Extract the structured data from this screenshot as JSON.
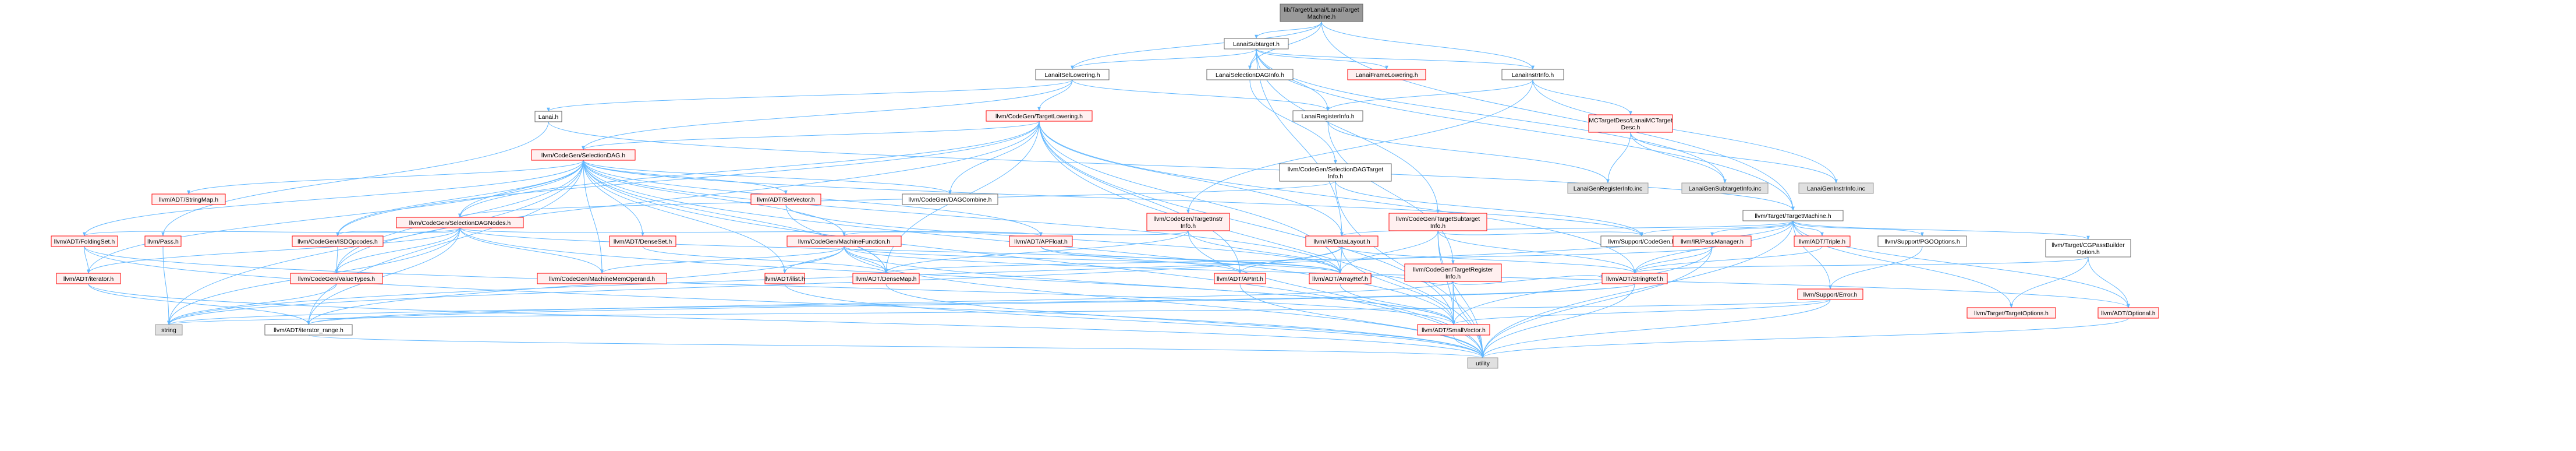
{
  "colors": {
    "edge": "#63b8ff",
    "root_fill": "#999999",
    "root_stroke": "#666666",
    "plain_fill": "#ffffff",
    "plain_stroke": "#666666",
    "red_fill": "#fff0f0",
    "red_stroke": "#ff0000",
    "gray_fill": "#e0e0e0",
    "gray_stroke": "#999999"
  },
  "nodes": [
    {
      "id": "root",
      "style": "root",
      "lines": [
        "lib/Target/Lanai/LanaiTarget",
        "Machine.h"
      ]
    },
    {
      "id": "subtarget",
      "style": "plain",
      "lines": [
        "LanaiSubtarget.h"
      ]
    },
    {
      "id": "isellowering",
      "style": "plain",
      "lines": [
        "LanaiISelLowering.h"
      ]
    },
    {
      "id": "seldaginfo",
      "style": "plain",
      "lines": [
        "LanaiSelectionDAGInfo.h"
      ]
    },
    {
      "id": "framelowering",
      "style": "red",
      "lines": [
        "LanaiFrameLowering.h"
      ]
    },
    {
      "id": "instrinfo",
      "style": "plain",
      "lines": [
        "LanaiInstrInfo.h"
      ]
    },
    {
      "id": "lanai",
      "style": "plain",
      "lines": [
        "Lanai.h"
      ]
    },
    {
      "id": "targetlowering",
      "style": "red",
      "lines": [
        "llvm/CodeGen/TargetLowering.h"
      ]
    },
    {
      "id": "registerinfo",
      "style": "plain",
      "lines": [
        "LanaiRegisterInfo.h"
      ]
    },
    {
      "id": "mctargetdesc",
      "style": "red",
      "lines": [
        "MCTargetDesc/LanaiMCTarget",
        "Desc.h"
      ]
    },
    {
      "id": "selectiondag",
      "style": "red",
      "lines": [
        "llvm/CodeGen/SelectionDAG.h"
      ]
    },
    {
      "id": "seldagtargetinfo",
      "style": "plain",
      "lines": [
        "llvm/CodeGen/SelectionDAGTarget",
        "Info.h"
      ]
    },
    {
      "id": "genreginfo",
      "style": "gray",
      "lines": [
        "LanaiGenRegisterInfo.inc"
      ]
    },
    {
      "id": "gensubtargetinfo",
      "style": "gray",
      "lines": [
        "LanaiGenSubtargetInfo.inc"
      ]
    },
    {
      "id": "geninstrinfo",
      "style": "gray",
      "lines": [
        "LanaiGenInstrInfo.inc"
      ]
    },
    {
      "id": "stringmap",
      "style": "red",
      "lines": [
        "llvm/ADT/StringMap.h"
      ]
    },
    {
      "id": "setvector",
      "style": "red",
      "lines": [
        "llvm/ADT/SetVector.h"
      ]
    },
    {
      "id": "dagcombine",
      "style": "plain",
      "lines": [
        "llvm/CodeGen/DAGCombine.h"
      ]
    },
    {
      "id": "targetinstrinfo",
      "style": "red",
      "lines": [
        "llvm/CodeGen/TargetInstr",
        "Info.h"
      ]
    },
    {
      "id": "targetsubtargetinfo",
      "style": "red",
      "lines": [
        "llvm/CodeGen/TargetSubtarget",
        "Info.h"
      ]
    },
    {
      "id": "targetmachine",
      "style": "plain",
      "lines": [
        "llvm/Target/TargetMachine.h"
      ]
    },
    {
      "id": "seldagnodes",
      "style": "red",
      "lines": [
        "llvm/CodeGen/SelectionDAGNodes.h"
      ]
    },
    {
      "id": "foldingset",
      "style": "red",
      "lines": [
        "llvm/ADT/FoldingSet.h"
      ]
    },
    {
      "id": "pass",
      "style": "red",
      "lines": [
        "llvm/Pass.h"
      ]
    },
    {
      "id": "isdopcodes",
      "style": "red",
      "lines": [
        "llvm/CodeGen/ISDOpcodes.h"
      ]
    },
    {
      "id": "denseset",
      "style": "red",
      "lines": [
        "llvm/ADT/DenseSet.h"
      ]
    },
    {
      "id": "machinefunction",
      "style": "red",
      "lines": [
        "llvm/CodeGen/MachineFunction.h"
      ]
    },
    {
      "id": "apfloat",
      "style": "red",
      "lines": [
        "llvm/ADT/APFloat.h"
      ]
    },
    {
      "id": "datalayout",
      "style": "red",
      "lines": [
        "llvm/IR/DataLayout.h"
      ]
    },
    {
      "id": "targetregisterinfo",
      "style": "red",
      "lines": [
        "llvm/CodeGen/TargetRegister",
        "Info.h"
      ]
    },
    {
      "id": "supportcodegen",
      "style": "plain",
      "lines": [
        "llvm/Support/CodeGen.h"
      ]
    },
    {
      "id": "passmanager",
      "style": "red",
      "lines": [
        "llvm/IR/PassManager.h"
      ]
    },
    {
      "id": "triple",
      "style": "red",
      "lines": [
        "llvm/ADT/Triple.h"
      ]
    },
    {
      "id": "pgooptions",
      "style": "plain",
      "lines": [
        "llvm/Support/PGOOptions.h"
      ]
    },
    {
      "id": "cgpassbuilder",
      "style": "plain",
      "lines": [
        "llvm/Target/CGPassBuilder",
        "Option.h"
      ]
    },
    {
      "id": "adtiterator",
      "style": "red",
      "lines": [
        "llvm/ADT/iterator.h"
      ]
    },
    {
      "id": "valuetypes",
      "style": "red",
      "lines": [
        "llvm/CodeGen/ValueTypes.h"
      ]
    },
    {
      "id": "machinememoperand",
      "style": "red",
      "lines": [
        "llvm/CodeGen/MachineMemOperand.h"
      ]
    },
    {
      "id": "ilist",
      "style": "red",
      "lines": [
        "llvm/ADT/ilist.h"
      ]
    },
    {
      "id": "densemap",
      "style": "red",
      "lines": [
        "llvm/ADT/DenseMap.h"
      ]
    },
    {
      "id": "apint",
      "style": "red",
      "lines": [
        "llvm/ADT/APInt.h"
      ]
    },
    {
      "id": "arrayref",
      "style": "red",
      "lines": [
        "llvm/ADT/ArrayRef.h"
      ]
    },
    {
      "id": "stringref",
      "style": "red",
      "lines": [
        "llvm/ADT/StringRef.h"
      ]
    },
    {
      "id": "supporterror",
      "style": "red",
      "lines": [
        "llvm/Support/Error.h"
      ]
    },
    {
      "id": "targetoptions",
      "style": "red",
      "lines": [
        "llvm/Target/TargetOptions.h"
      ]
    },
    {
      "id": "optional",
      "style": "red",
      "lines": [
        "llvm/ADT/Optional.h"
      ]
    },
    {
      "id": "string",
      "style": "gray",
      "lines": [
        "string"
      ]
    },
    {
      "id": "iteratorrange",
      "style": "plain",
      "lines": [
        "llvm/ADT/iterator_range.h"
      ]
    },
    {
      "id": "smallvector",
      "style": "red",
      "lines": [
        "llvm/ADT/SmallVector.h"
      ]
    },
    {
      "id": "utility",
      "style": "gray",
      "lines": [
        "utility"
      ]
    }
  ],
  "edges": [
    [
      "root",
      "subtarget"
    ],
    [
      "root",
      "isellowering"
    ],
    [
      "root",
      "seldaginfo"
    ],
    [
      "root",
      "instrinfo"
    ],
    [
      "root",
      "targetmachine"
    ],
    [
      "subtarget",
      "isellowering"
    ],
    [
      "subtarget",
      "seldaginfo"
    ],
    [
      "subtarget",
      "framelowering"
    ],
    [
      "subtarget",
      "instrinfo"
    ],
    [
      "subtarget",
      "registerinfo"
    ],
    [
      "subtarget",
      "targetsubtargetinfo"
    ],
    [
      "subtarget",
      "datalayout"
    ],
    [
      "subtarget",
      "targetmachine"
    ],
    [
      "subtarget",
      "gensubtargetinfo"
    ],
    [
      "isellowering",
      "lanai"
    ],
    [
      "isellowering",
      "targetlowering"
    ],
    [
      "isellowering",
      "registerinfo"
    ],
    [
      "isellowering",
      "selectiondag"
    ],
    [
      "seldaginfo",
      "seldagtargetinfo"
    ],
    [
      "instrinfo",
      "registerinfo"
    ],
    [
      "instrinfo",
      "mctargetdesc"
    ],
    [
      "instrinfo",
      "targetinstrinfo"
    ],
    [
      "instrinfo",
      "geninstrinfo"
    ],
    [
      "lanai",
      "pass"
    ],
    [
      "lanai",
      "targetmachine"
    ],
    [
      "targetlowering",
      "selectiondag"
    ],
    [
      "targetlowering",
      "dagcombine"
    ],
    [
      "targetlowering",
      "isdopcodes"
    ],
    [
      "targetlowering",
      "seldagnodes"
    ],
    [
      "targetlowering",
      "valuetypes"
    ],
    [
      "targetlowering",
      "datalayout"
    ],
    [
      "targetlowering",
      "arrayref"
    ],
    [
      "targetlowering",
      "smallvector"
    ],
    [
      "targetlowering",
      "stringref"
    ],
    [
      "targetlowering",
      "densemap"
    ],
    [
      "targetlowering",
      "apint"
    ],
    [
      "targetlowering",
      "utility"
    ],
    [
      "registerinfo",
      "targetregisterinfo"
    ],
    [
      "registerinfo",
      "genreginfo"
    ],
    [
      "mctargetdesc",
      "genreginfo"
    ],
    [
      "mctargetdesc",
      "gensubtargetinfo"
    ],
    [
      "mctargetdesc",
      "geninstrinfo"
    ],
    [
      "selectiondag",
      "stringmap"
    ],
    [
      "selectiondag",
      "setvector"
    ],
    [
      "selectiondag",
      "dagcombine"
    ],
    [
      "selectiondag",
      "seldagnodes"
    ],
    [
      "selectiondag",
      "foldingset"
    ],
    [
      "selectiondag",
      "denseset"
    ],
    [
      "selectiondag",
      "machinefunction"
    ],
    [
      "selectiondag",
      "apfloat"
    ],
    [
      "selectiondag",
      "isdopcodes"
    ],
    [
      "selectiondag",
      "valuetypes"
    ],
    [
      "selectiondag",
      "machinememoperand"
    ],
    [
      "selectiondag",
      "ilist"
    ],
    [
      "selectiondag",
      "densemap"
    ],
    [
      "selectiondag",
      "arrayref"
    ],
    [
      "selectiondag",
      "smallvector"
    ],
    [
      "selectiondag",
      "adtiterator"
    ],
    [
      "selectiondag",
      "iteratorrange"
    ],
    [
      "selectiondag",
      "string"
    ],
    [
      "selectiondag",
      "supportcodegen"
    ],
    [
      "selectiondag",
      "utility"
    ],
    [
      "seldagtargetinfo",
      "seldagnodes"
    ],
    [
      "seldagtargetinfo",
      "supportcodegen"
    ],
    [
      "seldagtargetinfo",
      "utility"
    ],
    [
      "setvector",
      "arrayref"
    ],
    [
      "setvector",
      "densemap"
    ],
    [
      "targetinstrinfo",
      "arrayref"
    ],
    [
      "targetinstrinfo",
      "densemap"
    ],
    [
      "targetinstrinfo",
      "machinefunction"
    ],
    [
      "targetinstrinfo",
      "utility"
    ],
    [
      "targetsubtargetinfo",
      "arrayref"
    ],
    [
      "targetsubtargetinfo",
      "smallvector"
    ],
    [
      "targetsubtargetinfo",
      "stringref"
    ],
    [
      "targetsubtargetinfo",
      "supportcodegen"
    ],
    [
      "targetsubtargetinfo",
      "utility"
    ],
    [
      "targetmachine",
      "triple"
    ],
    [
      "targetmachine",
      "datalayout"
    ],
    [
      "targetmachine",
      "passmanager"
    ],
    [
      "targetmachine",
      "supportcodegen"
    ],
    [
      "targetmachine",
      "pgooptions"
    ],
    [
      "targetmachine",
      "cgpassbuilder"
    ],
    [
      "targetmachine",
      "stringref"
    ],
    [
      "targetmachine",
      "supporterror"
    ],
    [
      "targetmachine",
      "targetoptions"
    ],
    [
      "targetmachine",
      "optional"
    ],
    [
      "targetmachine",
      "string"
    ],
    [
      "targetmachine",
      "utility"
    ],
    [
      "seldagnodes",
      "foldingset"
    ],
    [
      "seldagnodes",
      "apfloat"
    ],
    [
      "seldagnodes",
      "isdopcodes"
    ],
    [
      "seldagnodes",
      "valuetypes"
    ],
    [
      "seldagnodes",
      "machinememoperand"
    ],
    [
      "seldagnodes",
      "arrayref"
    ],
    [
      "seldagnodes",
      "smallvector"
    ],
    [
      "seldagnodes",
      "adtiterator"
    ],
    [
      "seldagnodes",
      "iteratorrange"
    ],
    [
      "seldagnodes",
      "string"
    ],
    [
      "foldingset",
      "adtiterator"
    ],
    [
      "foldingset",
      "smallvector"
    ],
    [
      "foldingset",
      "utility"
    ],
    [
      "pass",
      "string"
    ],
    [
      "isdopcodes",
      "valuetypes"
    ],
    [
      "denseset",
      "densemap"
    ],
    [
      "machinefunction",
      "arrayref"
    ],
    [
      "machinefunction",
      "densemap"
    ],
    [
      "machinefunction",
      "ilist"
    ],
    [
      "machinefunction",
      "smallvector"
    ],
    [
      "machinefunction",
      "machinememoperand"
    ],
    [
      "machinefunction",
      "iteratorrange"
    ],
    [
      "machinefunction",
      "optional"
    ],
    [
      "machinefunction",
      "utility"
    ],
    [
      "apfloat",
      "apint"
    ],
    [
      "apfloat",
      "arrayref"
    ],
    [
      "datalayout",
      "apint"
    ],
    [
      "datalayout",
      "arrayref"
    ],
    [
      "datalayout",
      "smallvector"
    ],
    [
      "datalayout",
      "stringref"
    ],
    [
      "datalayout",
      "string"
    ],
    [
      "targetregisterinfo",
      "arrayref"
    ],
    [
      "targetregisterinfo",
      "smallvector"
    ],
    [
      "targetregisterinfo",
      "stringref"
    ],
    [
      "targetregisterinfo",
      "iteratorrange"
    ],
    [
      "targetregisterinfo",
      "utility"
    ],
    [
      "passmanager",
      "densemap"
    ],
    [
      "passmanager",
      "stringref"
    ],
    [
      "passmanager",
      "smallvector"
    ],
    [
      "passmanager",
      "utility"
    ],
    [
      "triple",
      "stringref"
    ],
    [
      "pgooptions",
      "supporterror"
    ],
    [
      "cgpassbuilder",
      "targetoptions"
    ],
    [
      "cgpassbuilder",
      "optional"
    ],
    [
      "cgpassbuilder",
      "stringref"
    ],
    [
      "adtiterator",
      "iteratorrange"
    ],
    [
      "adtiterator",
      "utility"
    ],
    [
      "valuetypes",
      "string"
    ],
    [
      "ilist",
      "utility"
    ],
    [
      "densemap",
      "utility"
    ],
    [
      "apint",
      "utility"
    ],
    [
      "arrayref",
      "smallvector"
    ],
    [
      "stringref",
      "iteratorrange"
    ],
    [
      "stringref",
      "string"
    ],
    [
      "stringref",
      "utility"
    ],
    [
      "supporterror",
      "smallvector"
    ],
    [
      "supporterror",
      "string"
    ],
    [
      "supporterror",
      "utility"
    ],
    [
      "optional",
      "utility"
    ],
    [
      "iteratorrange",
      "utility"
    ],
    [
      "smallvector",
      "utility"
    ]
  ]
}
